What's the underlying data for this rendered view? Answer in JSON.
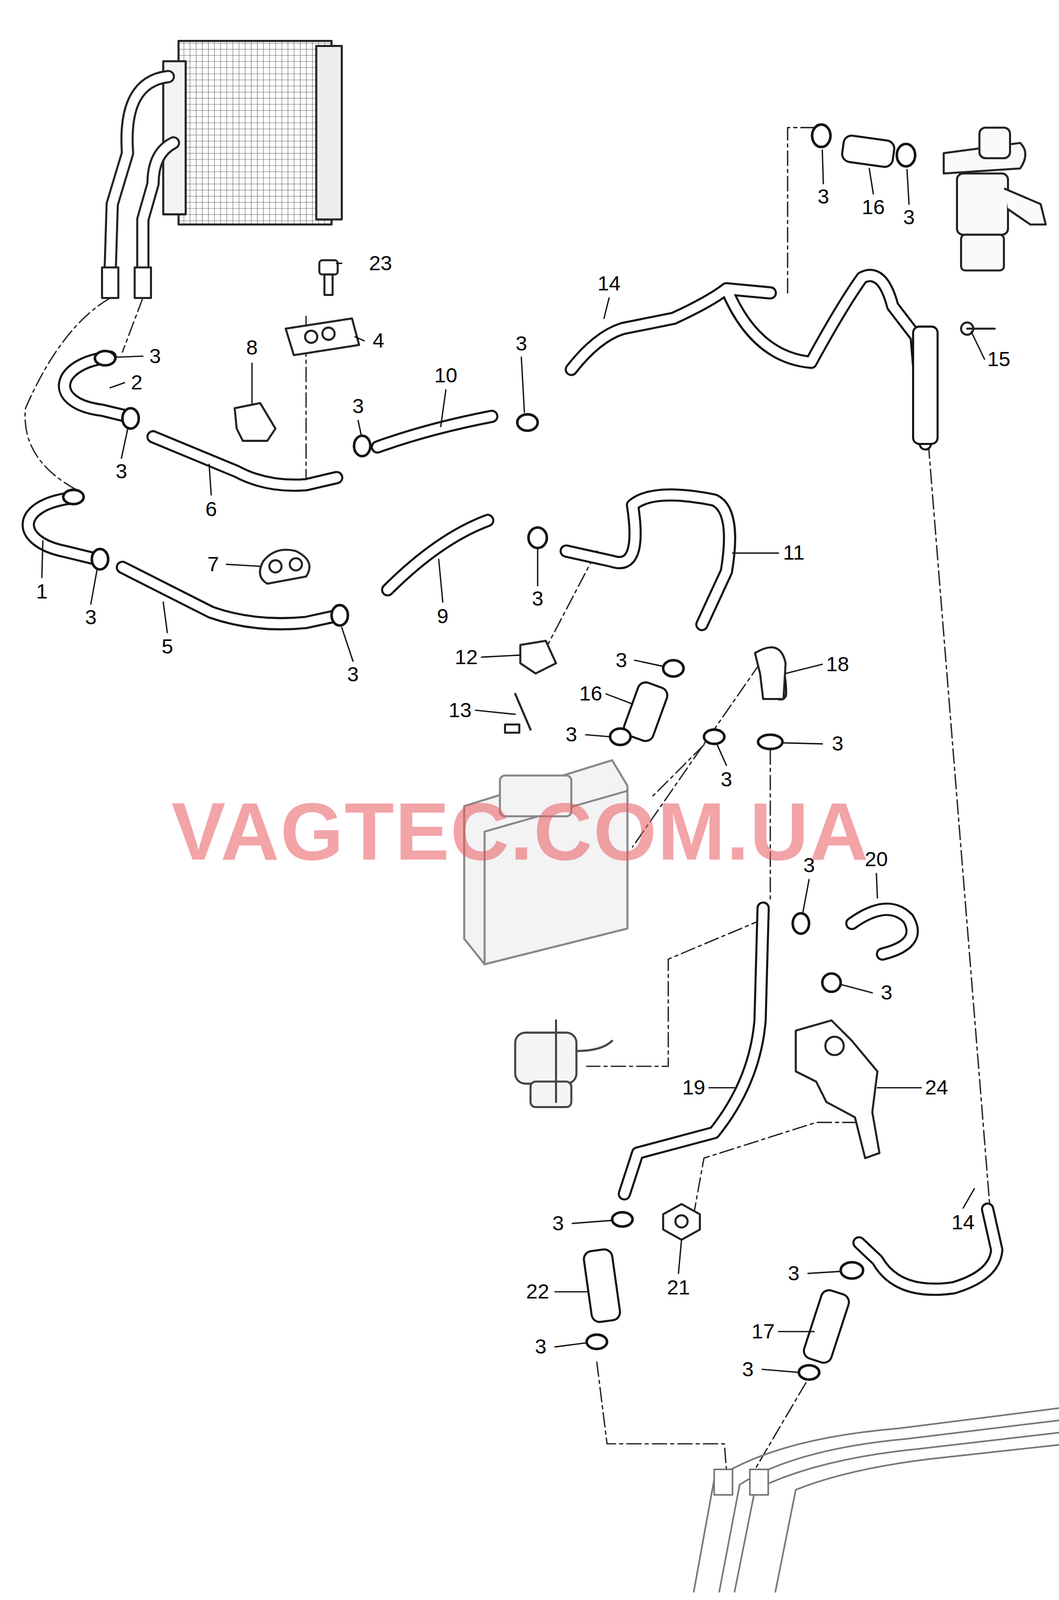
{
  "diagram": {
    "labels": [
      "23",
      "3",
      "16",
      "3",
      "14",
      "4",
      "3",
      "2",
      "15",
      "8",
      "3",
      "10",
      "3",
      "3",
      "6",
      "11",
      "7",
      "1",
      "3",
      "5",
      "3",
      "9",
      "3",
      "12",
      "3",
      "18",
      "16",
      "13",
      "3",
      "3",
      "3",
      "VAGTEC.COM.UA",
      "3",
      "20",
      "3",
      "19",
      "24",
      "3",
      "21",
      "14",
      "22",
      "3",
      "17",
      "3",
      "3"
    ]
  }
}
